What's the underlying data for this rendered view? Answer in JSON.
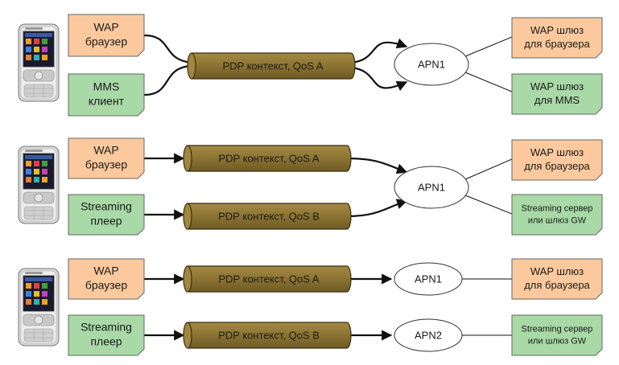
{
  "rows": [
    {
      "clients": [
        {
          "lines": [
            "WAP",
            "браузер"
          ],
          "color": "#fbc99d"
        },
        {
          "lines": [
            "MMS",
            "клиент"
          ],
          "color": "#a8d9a6"
        }
      ],
      "pdp": [
        "PDP контекст, QoS A"
      ],
      "apns": [
        "APN1"
      ],
      "gateways": [
        {
          "lines": [
            "WAP шлюз",
            "для браузера"
          ],
          "color": "#fbc99d"
        },
        {
          "lines": [
            "WAP шлюз",
            "для MMS"
          ],
          "color": "#a8d9a6"
        }
      ]
    },
    {
      "clients": [
        {
          "lines": [
            "WAP",
            "браузер"
          ],
          "color": "#fbc99d"
        },
        {
          "lines": [
            "Streaming",
            "плеер"
          ],
          "color": "#a8d9a6"
        }
      ],
      "pdp": [
        "PDP контекст, QoS A",
        "PDP контекст, QoS B"
      ],
      "apns": [
        "APN1"
      ],
      "gateways": [
        {
          "lines": [
            "WAP шлюз",
            "для браузера"
          ],
          "color": "#fbc99d"
        },
        {
          "lines": [
            "Streaming сервер",
            "или шлюз GW"
          ],
          "color": "#a8d9a6"
        }
      ]
    },
    {
      "clients": [
        {
          "lines": [
            "WAP",
            "браузер"
          ],
          "color": "#fbc99d"
        },
        {
          "lines": [
            "Streaming",
            "плеер"
          ],
          "color": "#a8d9a6"
        }
      ],
      "pdp": [
        "PDP контекст, QoS A",
        "PDP контекст, QoS B"
      ],
      "apns": [
        "APN1",
        "APN2"
      ],
      "gateways": [
        {
          "lines": [
            "WAP шлюз",
            "для браузера"
          ],
          "color": "#fbc99d"
        },
        {
          "lines": [
            "Streaming сервер",
            "или шлюз GW"
          ],
          "color": "#a8d9a6"
        }
      ]
    }
  ],
  "colors": {
    "tube": "#8b7332",
    "tube_edge": "#3b2f10",
    "orange": "#fbc99d",
    "green": "#a8d9a6"
  }
}
